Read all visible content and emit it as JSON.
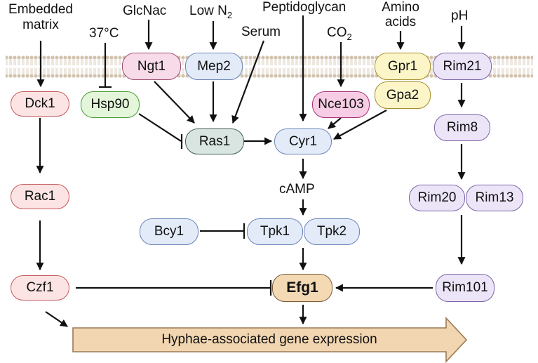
{
  "stimuli": {
    "embedded_matrix": "Embedded\nmatrix",
    "temp": "37°C",
    "glcnac": "GlcNac",
    "low_n2": "Low N",
    "low_n2_sub": "2",
    "peptidoglycan": "Peptidoglycan",
    "serum": "Serum",
    "co2": "CO",
    "co2_sub": "2",
    "amino_acids": "Amino\nacids",
    "ph": "pH"
  },
  "nodes": {
    "dck1": "Dck1",
    "rac1": "Rac1",
    "czf1": "Czf1",
    "hsp90": "Hsp90",
    "ngt1": "Ngt1",
    "mep2": "Mep2",
    "ras1": "Ras1",
    "cyr1": "Cyr1",
    "nce103": "Nce103",
    "gpr1": "Gpr1",
    "gpa2": "Gpa2",
    "rim21": "Rim21",
    "rim8": "Rim8",
    "rim20": "Rim20",
    "rim13": "Rim13",
    "rim101": "Rim101",
    "bcy1": "Bcy1",
    "tpk1": "Tpk1",
    "tpk2": "Tpk2",
    "efg1": "Efg1"
  },
  "camp": "cAMP",
  "output": "Hyphae-associated gene expression",
  "colors": {
    "membrane": "#d7c9b6",
    "banner_fill": "#f2d6b1",
    "banner_stroke": "#9a7a55",
    "line": "#111111"
  }
}
